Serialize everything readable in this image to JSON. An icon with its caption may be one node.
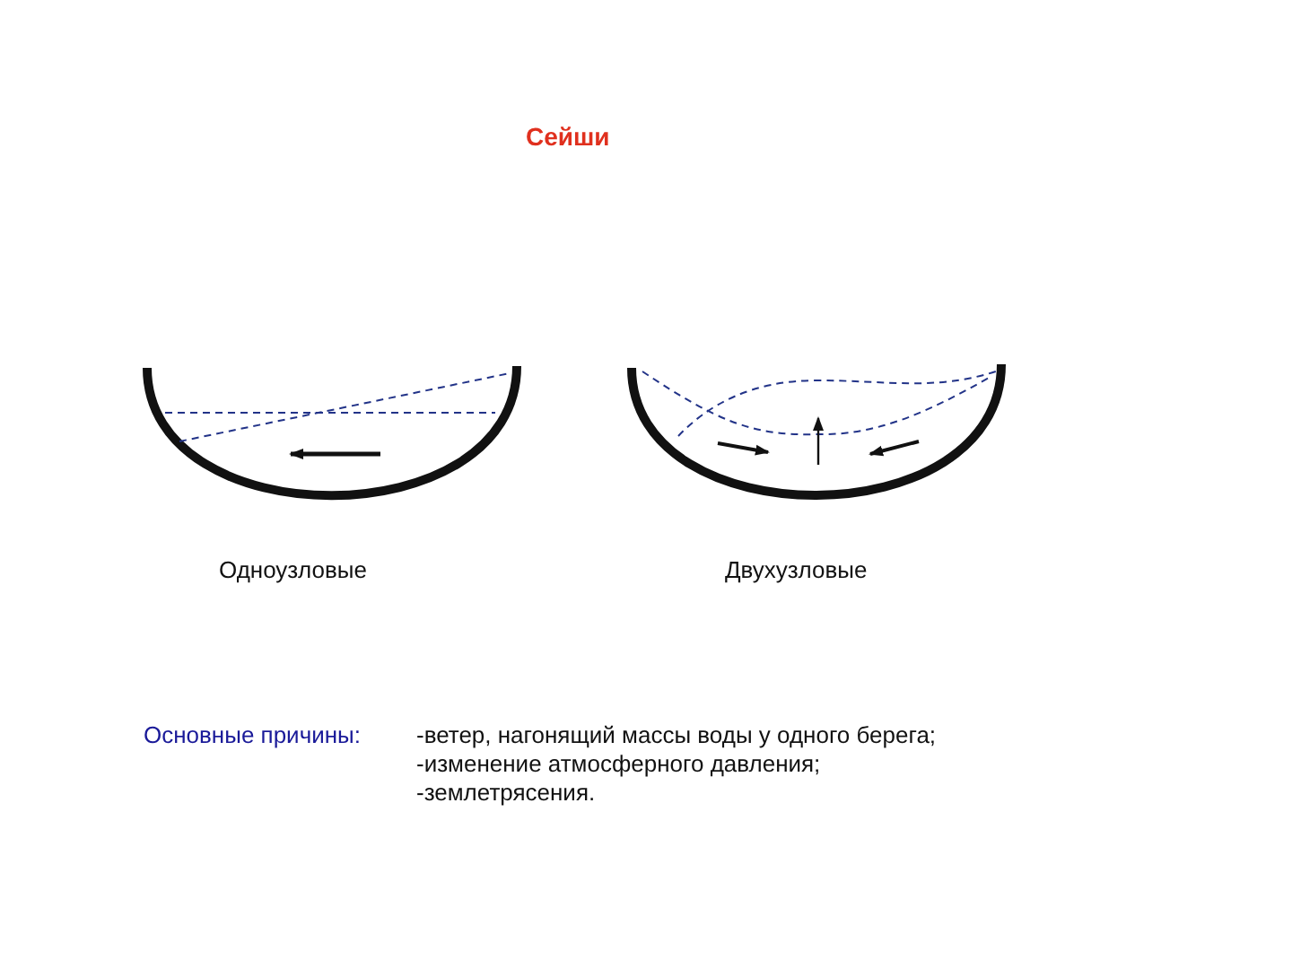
{
  "diagram": {
    "title": "Сейши",
    "labels": [
      "Одноузловые",
      "Двухузловые",
      "Основные причины:",
      "-ветер, нагонящий массы воды у одного берега;",
      "-изменение атмосферного давления;",
      "-землетрясения."
    ]
  }
}
